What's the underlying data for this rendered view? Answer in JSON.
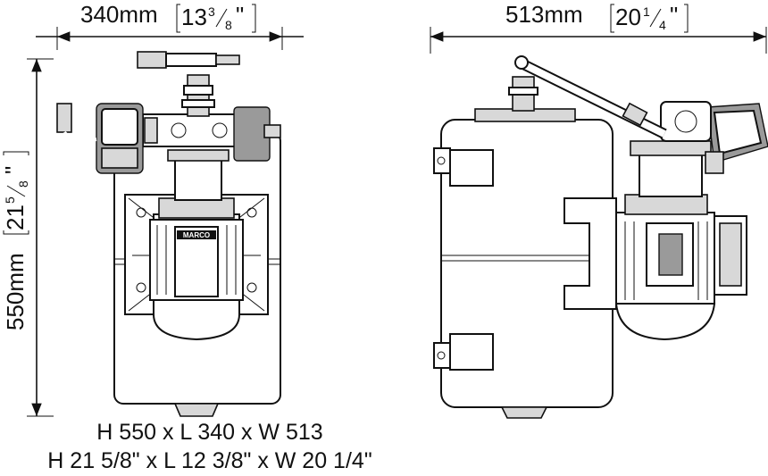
{
  "dimensions": {
    "length": {
      "mm": "340mm",
      "inch_whole": "13",
      "inch_num": "3",
      "inch_den": "8"
    },
    "width": {
      "mm": "513mm",
      "inch_whole": "20",
      "inch_num": "1",
      "inch_den": "4"
    },
    "height": {
      "mm": "550mm",
      "inch_whole": "21",
      "inch_num": "5",
      "inch_den": "8"
    }
  },
  "caption": {
    "metric": "H 550 x L 340 x W 513",
    "imperial": "H 21 5/8\" x L 12 3/8\" x W 20 1/4\""
  },
  "motor_label": "MARCO",
  "inch_mark": "\""
}
